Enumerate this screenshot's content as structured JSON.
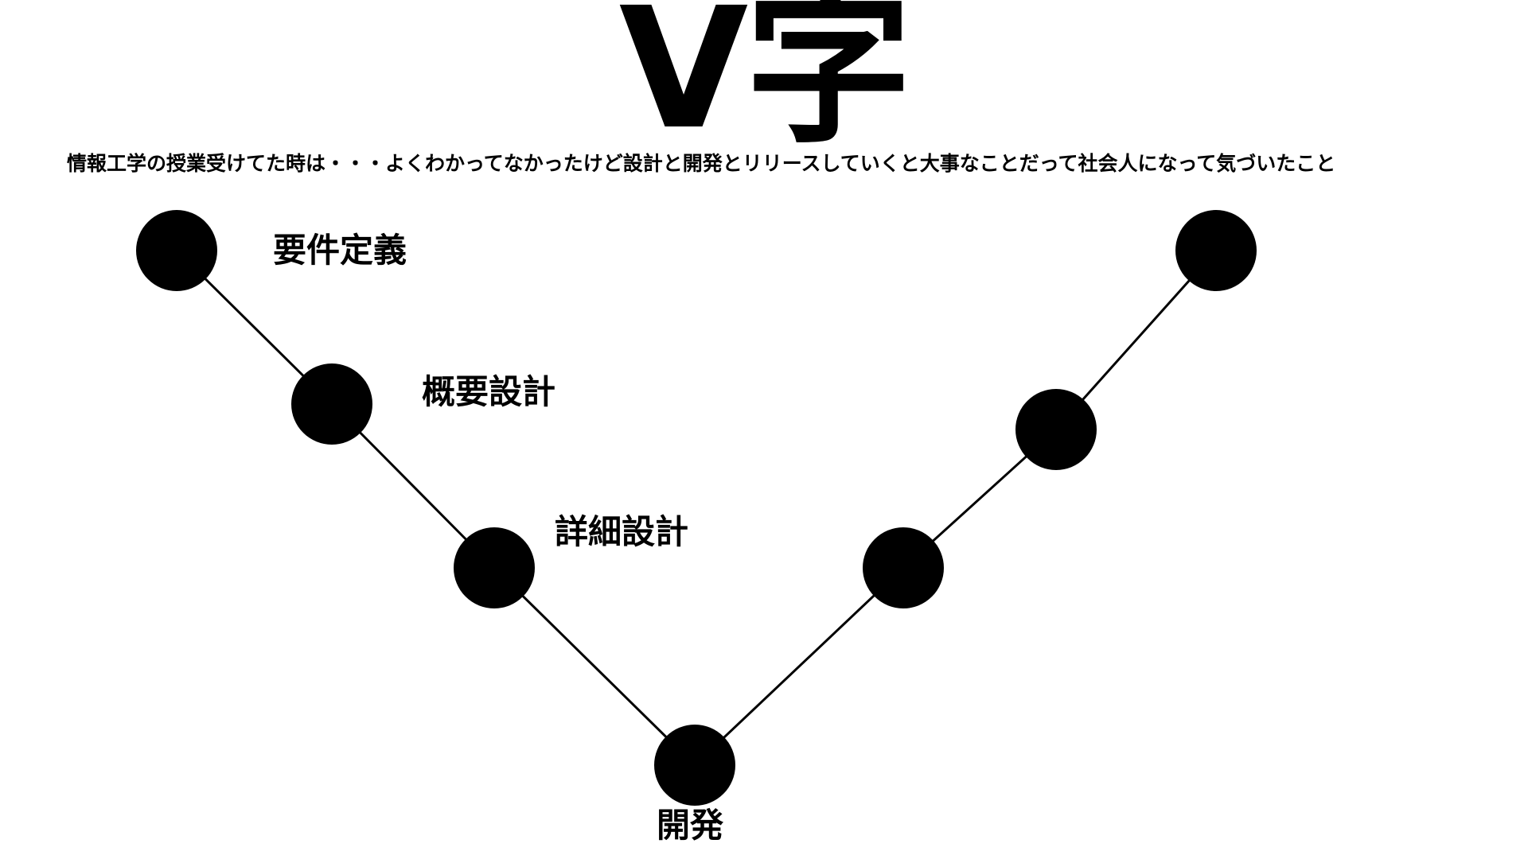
{
  "title": "V字",
  "subtitle": "情報工学の授業受けてた時は・・・よくわかってなかったけど設計と開発とリリースしていくと大事なことだって社会人になって気づいたこと",
  "stages": {
    "requirements": "要件定義",
    "basic_design": "概要設計",
    "detailed_design": "詳細設計",
    "development": "開発"
  },
  "colors": {
    "ink": "#000000",
    "background": "#ffffff"
  }
}
